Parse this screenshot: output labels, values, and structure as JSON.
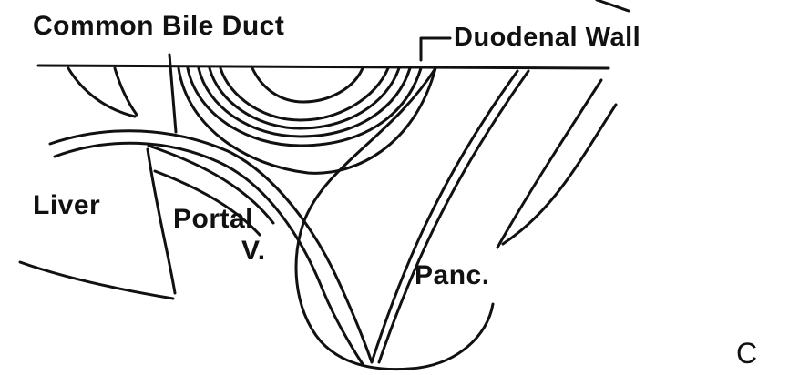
{
  "labels": {
    "common_bile_duct": "Common Bile Duct",
    "duodenal_wall": "Duodenal Wall",
    "liver": "Liver",
    "portal": "Portal",
    "portal_v": "V.",
    "panc": "Panc.",
    "panel_letter": "C"
  },
  "colors": {
    "ink": "#111111",
    "background": "#ffffff"
  }
}
